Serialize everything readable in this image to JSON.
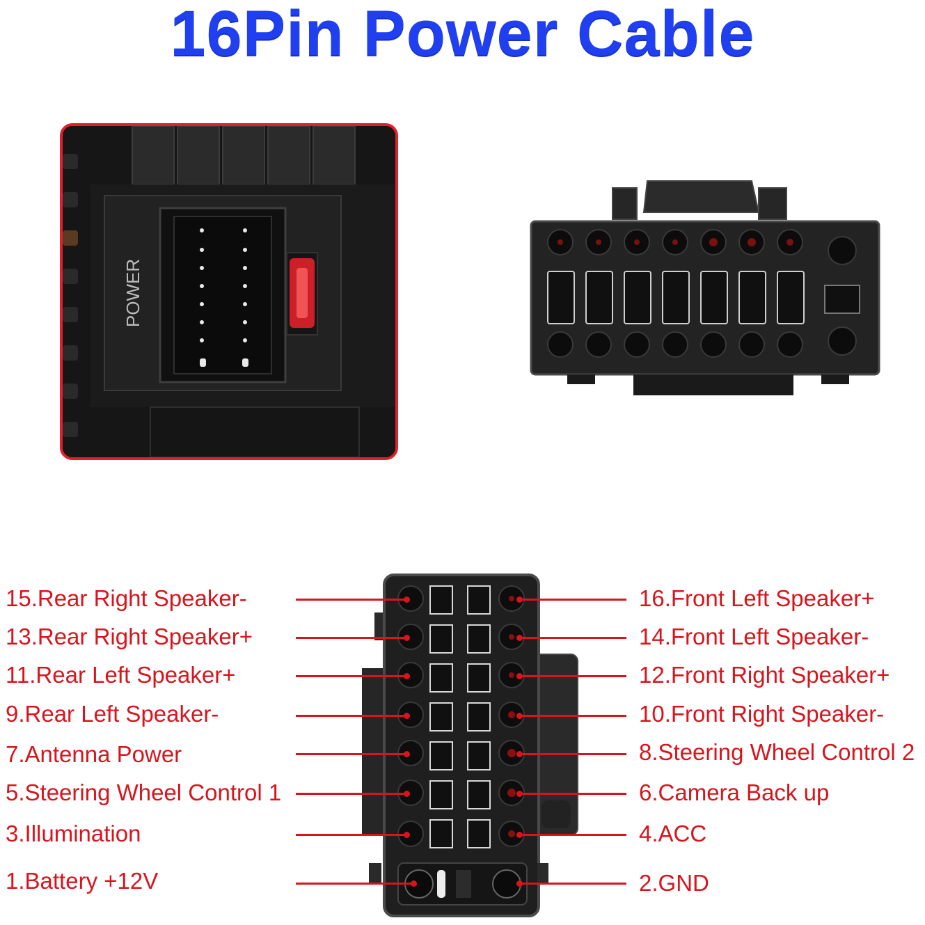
{
  "title": "16Pin Power Cable",
  "photo": {
    "port_label": "POWER",
    "indicator_color": "#e0202a"
  },
  "colors": {
    "title": "#1f3ff0",
    "labels": "#d8141c",
    "connector": "#1c1c1c"
  },
  "pins_left": [
    {
      "label": "15.Rear Right Speaker-"
    },
    {
      "label": "13.Rear Right Speaker+"
    },
    {
      "label": "11.Rear Left Speaker+"
    },
    {
      "label": "9.Rear Left Speaker-"
    },
    {
      "label": "7.Antenna Power"
    },
    {
      "label": "5.Steering Wheel Control 1"
    },
    {
      "label": "3.Illumination"
    },
    {
      "label": "1.Battery +12V"
    }
  ],
  "pins_right": [
    {
      "label": "16.Front Left Speaker+"
    },
    {
      "label": "14.Front Left Speaker-"
    },
    {
      "label": "12.Front Right Speaker+"
    },
    {
      "label": "10.Front Right Speaker-"
    },
    {
      "label": "8.Steering Wheel Control 2"
    },
    {
      "label": "6.Camera Back up"
    },
    {
      "label": "4.ACC"
    },
    {
      "label": "2.GND"
    }
  ]
}
